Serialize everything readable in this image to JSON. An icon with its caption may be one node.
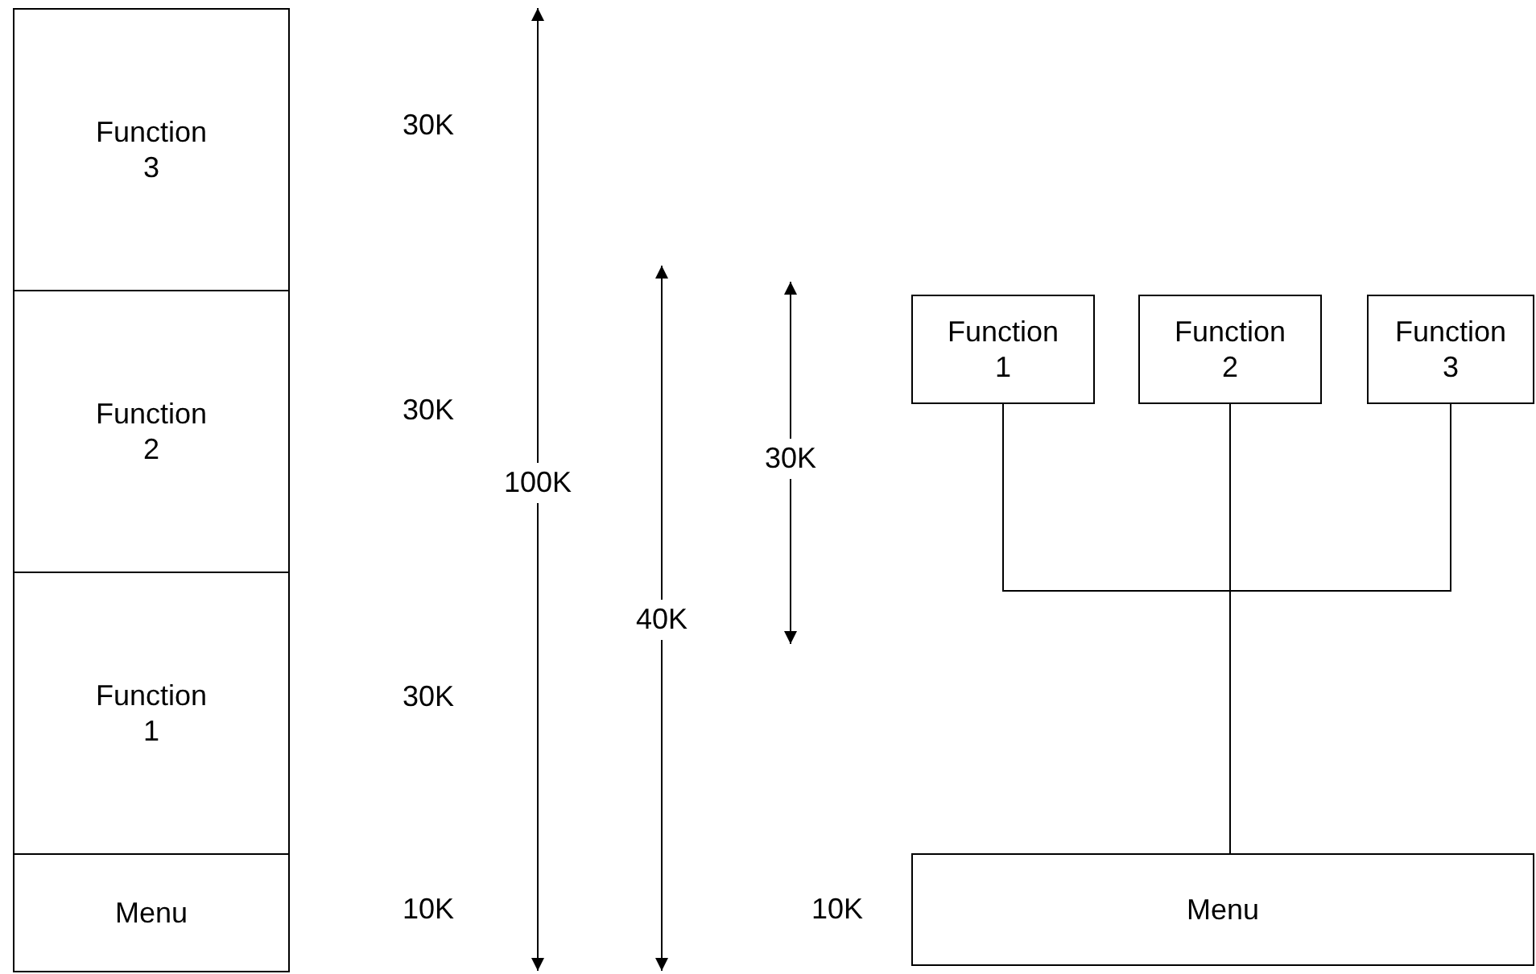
{
  "diagram": {
    "nodes": [
      {
        "text": [
          "Function 3"
        ],
        "beside": [
          "30K"
        ]
      },
      {
        "text": [
          "Function 2"
        ],
        "beside": [
          "30K"
        ]
      },
      {
        "text": [
          "Function 1"
        ],
        "beside": [
          "30K"
        ]
      },
      {
        "text": [
          "Menu"
        ],
        "beside": [
          "10K"
        ]
      },
      {
        "text": [
          "Function 1"
        ]
      },
      {
        "text": [
          "Function 2"
        ]
      },
      {
        "text": [
          "Function 3"
        ]
      },
      {
        "text": [
          "Menu"
        ],
        "beside": [
          "10K"
        ]
      }
    ],
    "edges": [
      {
        "from": 7,
        "to": 4,
        "arrow": "none"
      },
      {
        "from": 7,
        "to": 5,
        "arrow": "none"
      },
      {
        "from": 7,
        "to": 6,
        "arrow": "none"
      }
    ],
    "labels": [
      "100K",
      "40K",
      "30K"
    ]
  }
}
